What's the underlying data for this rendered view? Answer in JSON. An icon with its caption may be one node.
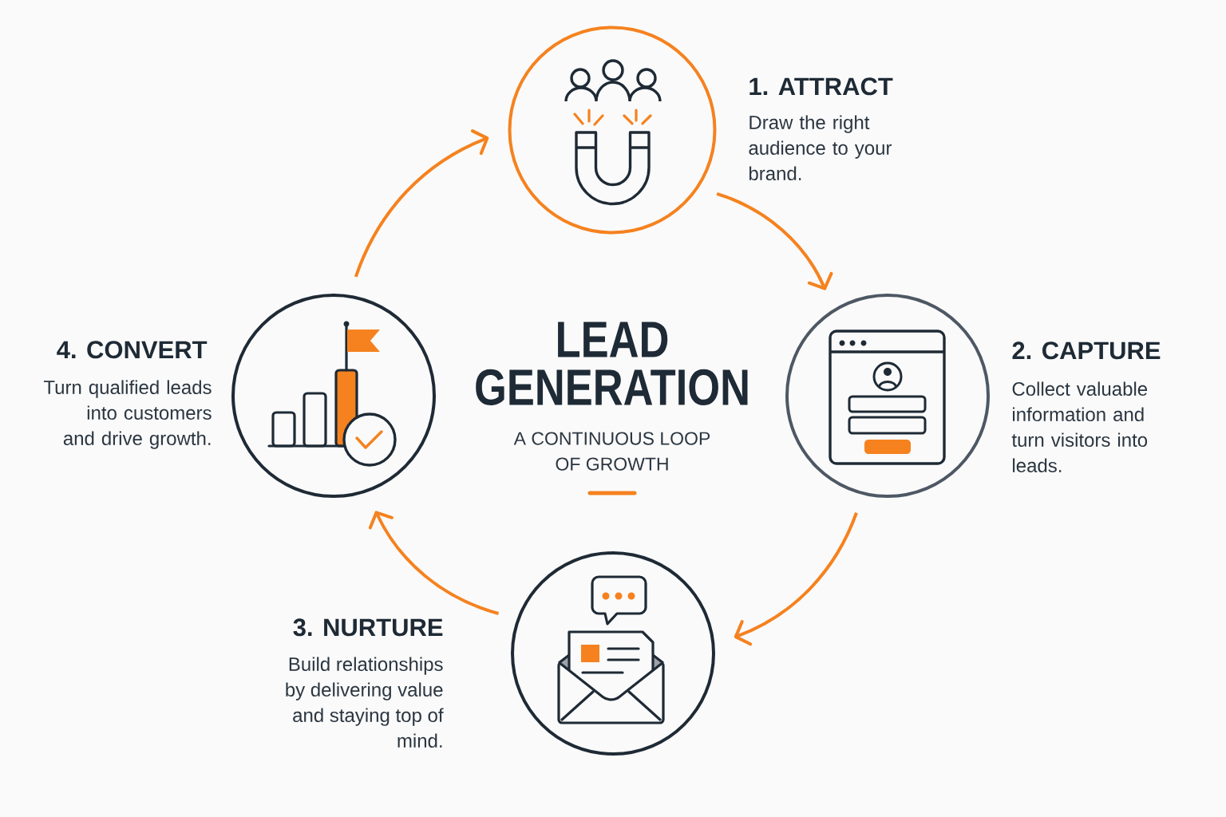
{
  "diagram": {
    "title": "LEAD GENERATION",
    "nodes": [
      {
        "text": [
          "1. ATTRACT",
          "Draw the right audience to your brand."
        ]
      },
      {
        "text": [
          "2. CAPTURE",
          "Collect valuable information and turn visitors into leads."
        ]
      },
      {
        "text": [
          "3. NURTURE",
          "Build relationships by delivering value and staying top of mind."
        ]
      },
      {
        "text": [
          "4. CONVERT",
          "Turn qualified leads into customers and drive growth."
        ]
      }
    ],
    "edges": [
      {
        "from": 0,
        "to": 1,
        "arrow": "to"
      },
      {
        "from": 1,
        "to": 2,
        "arrow": "to"
      },
      {
        "from": 2,
        "to": 3,
        "arrow": "to"
      },
      {
        "from": 3,
        "to": 0,
        "arrow": "to"
      }
    ],
    "labels": [
      "A CONTINUOUS LOOP OF GROWTH"
    ]
  }
}
